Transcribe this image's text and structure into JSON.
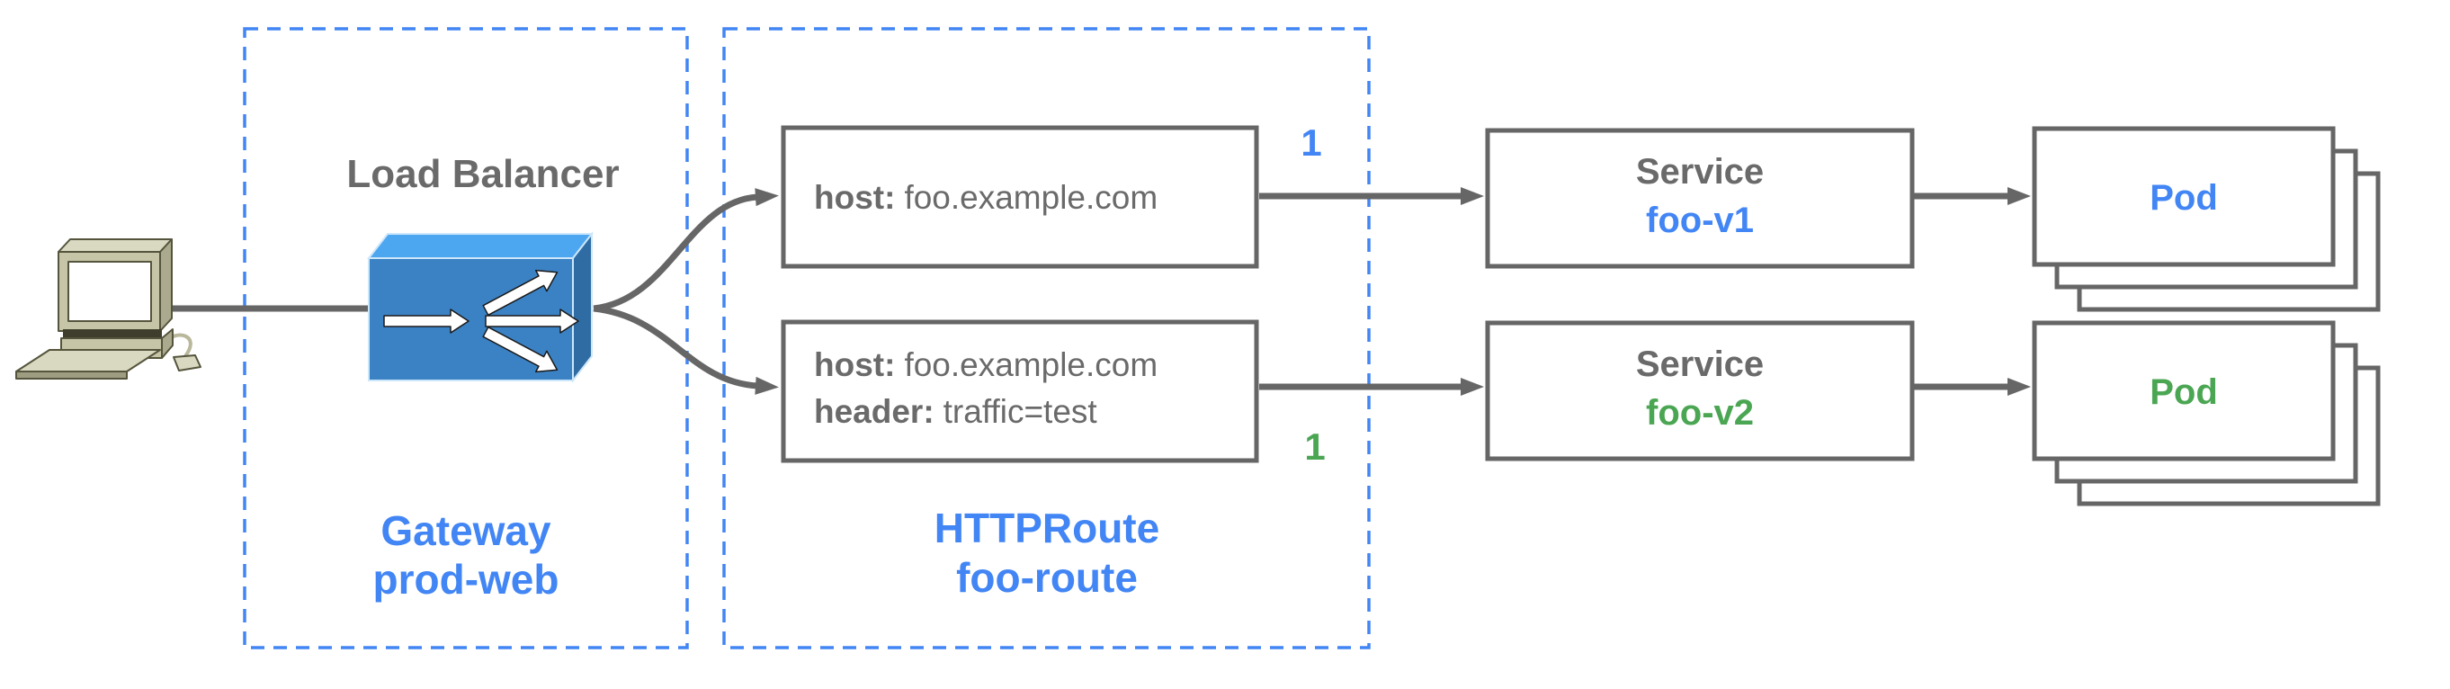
{
  "diagram": {
    "gateway": {
      "title": "Load Balancer",
      "kind": "Gateway",
      "name": "prod-web"
    },
    "httproute": {
      "kind": "HTTPRoute",
      "name": "foo-route",
      "rules": [
        {
          "host_label": "host:",
          "host_value": "foo.example.com",
          "weight": "1"
        },
        {
          "host_label": "host:",
          "host_value": "foo.example.com",
          "header_label": "header:",
          "header_value": "traffic=test",
          "weight": "1"
        }
      ]
    },
    "services": [
      {
        "title": "Service",
        "name": "foo-v1"
      },
      {
        "title": "Service",
        "name": "foo-v2"
      }
    ],
    "pods": [
      {
        "label": "Pod"
      },
      {
        "label": "Pod"
      }
    ],
    "colors": {
      "blue": "#4285F4",
      "green": "#4BA653",
      "gray": "#6A6A6A",
      "border": "#666666"
    }
  }
}
